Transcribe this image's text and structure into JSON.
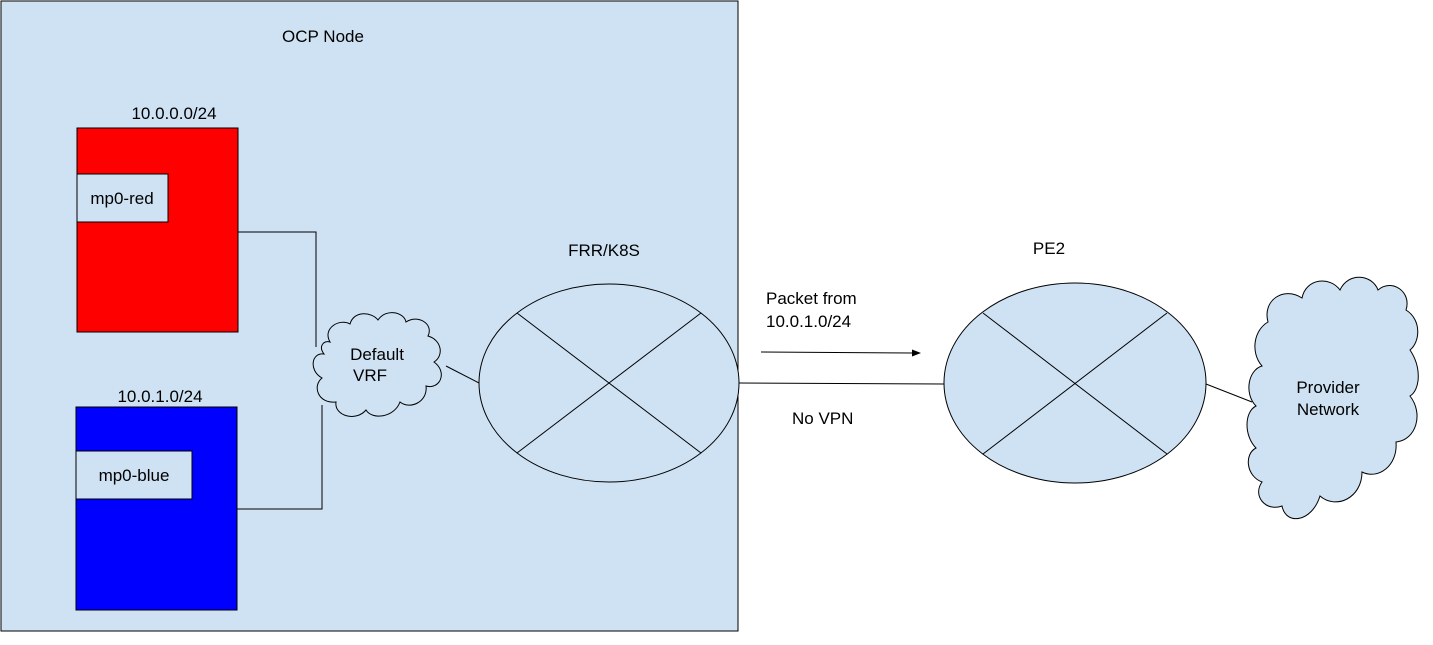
{
  "node": {
    "title": "OCP Node"
  },
  "red_vrf": {
    "subnet": "10.0.0.0/24",
    "interface": "mp0-red",
    "color": "#ff0000"
  },
  "blue_vrf": {
    "subnet": "10.0.1.0/24",
    "interface": "mp0-blue",
    "color": "#0000ff"
  },
  "default_vrf": {
    "line1": "Default",
    "line2": "VRF"
  },
  "frr": {
    "label": "FRR/K8S"
  },
  "link": {
    "packet_line1": "Packet from",
    "packet_line2": "10.0.1.0/24",
    "vpn_label": "No VPN"
  },
  "pe2": {
    "label": "PE2"
  },
  "provider": {
    "line1": "Provider",
    "line2": "Network"
  },
  "colors": {
    "panel_fill": "#cfe2f3",
    "stroke": "#000000"
  }
}
